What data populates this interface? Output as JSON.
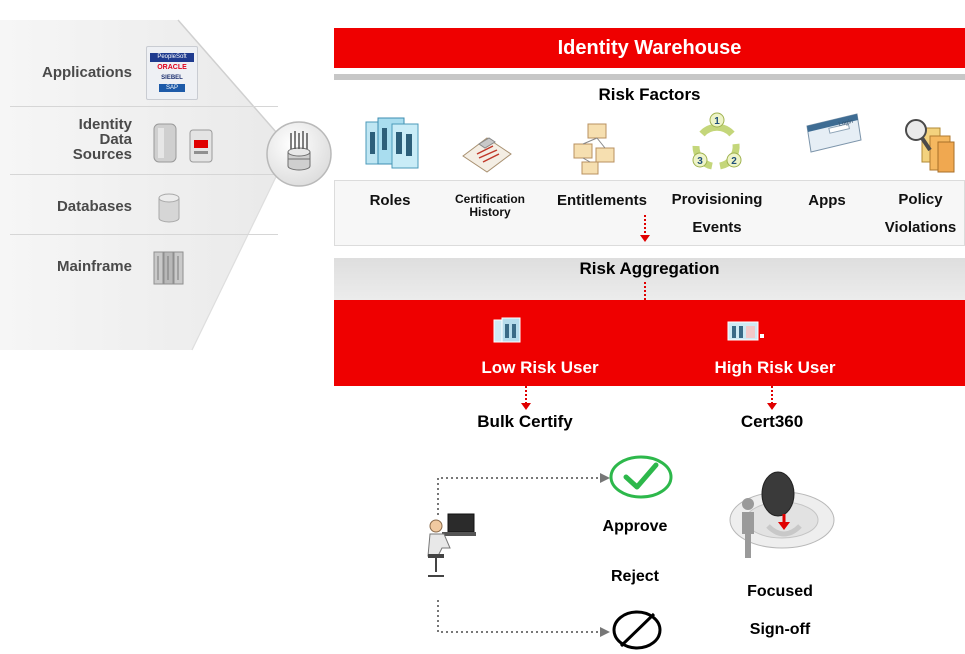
{
  "sources": {
    "items": [
      {
        "label": "Applications",
        "icon": "app-logos-icon"
      },
      {
        "label": "Identity\nData\nSources",
        "icon": "server-icon"
      },
      {
        "label": "Databases",
        "icon": "database-icon"
      },
      {
        "label": "Mainframe",
        "icon": "mainframe-icon"
      }
    ],
    "logo_text": [
      "PeopleSoft",
      "ORACLE",
      "SIEBEL",
      "SAP"
    ]
  },
  "warehouse": {
    "title": "Identity Warehouse",
    "subtitle": "Risk Factors",
    "factors": [
      {
        "label": "Roles",
        "icon": "roles-icon"
      },
      {
        "label": "Certification\nHistory",
        "icon": "clipboard-icon"
      },
      {
        "label": "Entitlements",
        "icon": "folders-icon"
      },
      {
        "label": "Provisioning\nEvents",
        "icon": "cycle-icon"
      },
      {
        "label": "Apps",
        "icon": "login-window-icon"
      },
      {
        "label": "Policy\nViolations",
        "icon": "magnifier-icon"
      }
    ],
    "cycle_numbers": [
      "1",
      "2",
      "3"
    ],
    "login_text": "Login"
  },
  "aggregation": {
    "title": "Risk Aggregation",
    "low_risk": "Low Risk User",
    "high_risk": "High Risk User"
  },
  "outcomes": {
    "bulk": "Bulk Certify",
    "cert360": "Cert360",
    "approve": "Approve",
    "reject": "Reject",
    "focused": "Focused",
    "signoff": "Sign-off"
  },
  "colors": {
    "accent": "#ef0000",
    "gray": "#d9d9d9",
    "approve": "#2db84b"
  }
}
